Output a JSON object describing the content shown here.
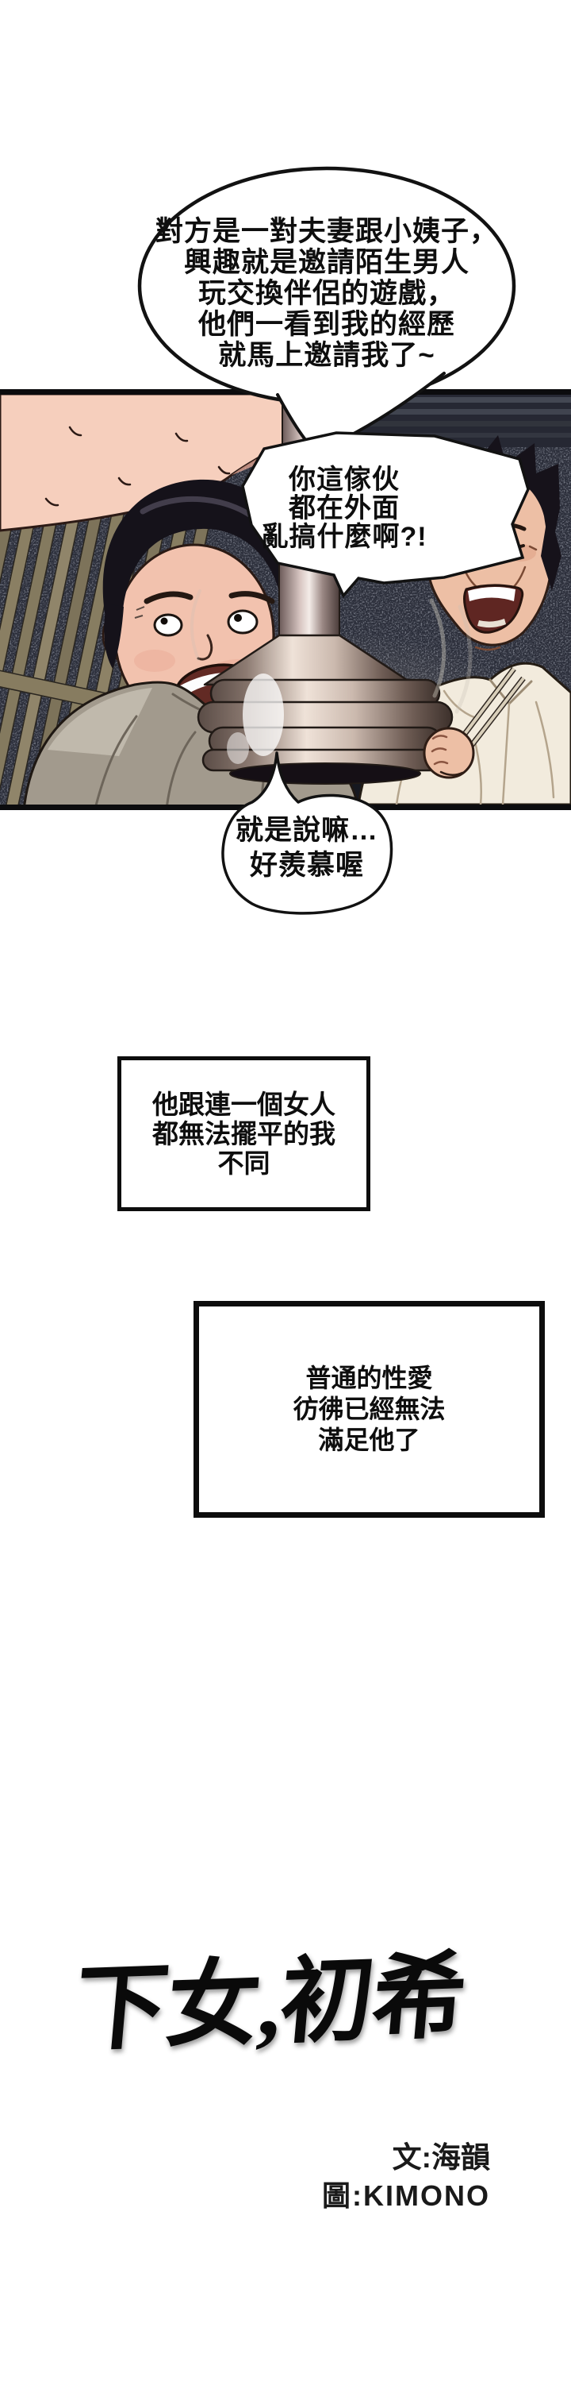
{
  "comic": {
    "bubble_narrator": {
      "line1": "對方是一對夫妻跟小姨子，",
      "line2": "興趣就是邀請陌生男人",
      "line3": "玩交換伴侶的遊戲，",
      "line4": "他們一看到我的經歷",
      "line5": "就馬上邀請我了~"
    },
    "bubble_shout": {
      "line1": "你這傢伙",
      "line2": "都在外面",
      "line3": "亂搞什麼啊?!"
    },
    "bubble_reply": {
      "line1": "就是說嘛…",
      "line2": "好羨慕喔"
    },
    "caption_box_1": {
      "line1": "他跟連一個女人",
      "line2": "都無法擺平的我",
      "line3": "不同"
    },
    "caption_box_2": {
      "line1": "普通的性愛",
      "line2": "彷彿已經無法",
      "line3": "滿足他了"
    },
    "title": "下女,初希",
    "credits": {
      "writer": "文:海韻",
      "artist": "圖:KIMONO"
    }
  },
  "colors": {
    "ink": "#111111",
    "page_bg": "#ffffff",
    "panel_bg": "#2b2e3a",
    "skin": "#f2c2ae",
    "skin_old": "#edbfa5",
    "shirt_gray": "#a29a8d",
    "shirt_white": "#f2ebdd",
    "blinds_tan": "#847a5f",
    "metal_highlight": "#efe2d8"
  }
}
